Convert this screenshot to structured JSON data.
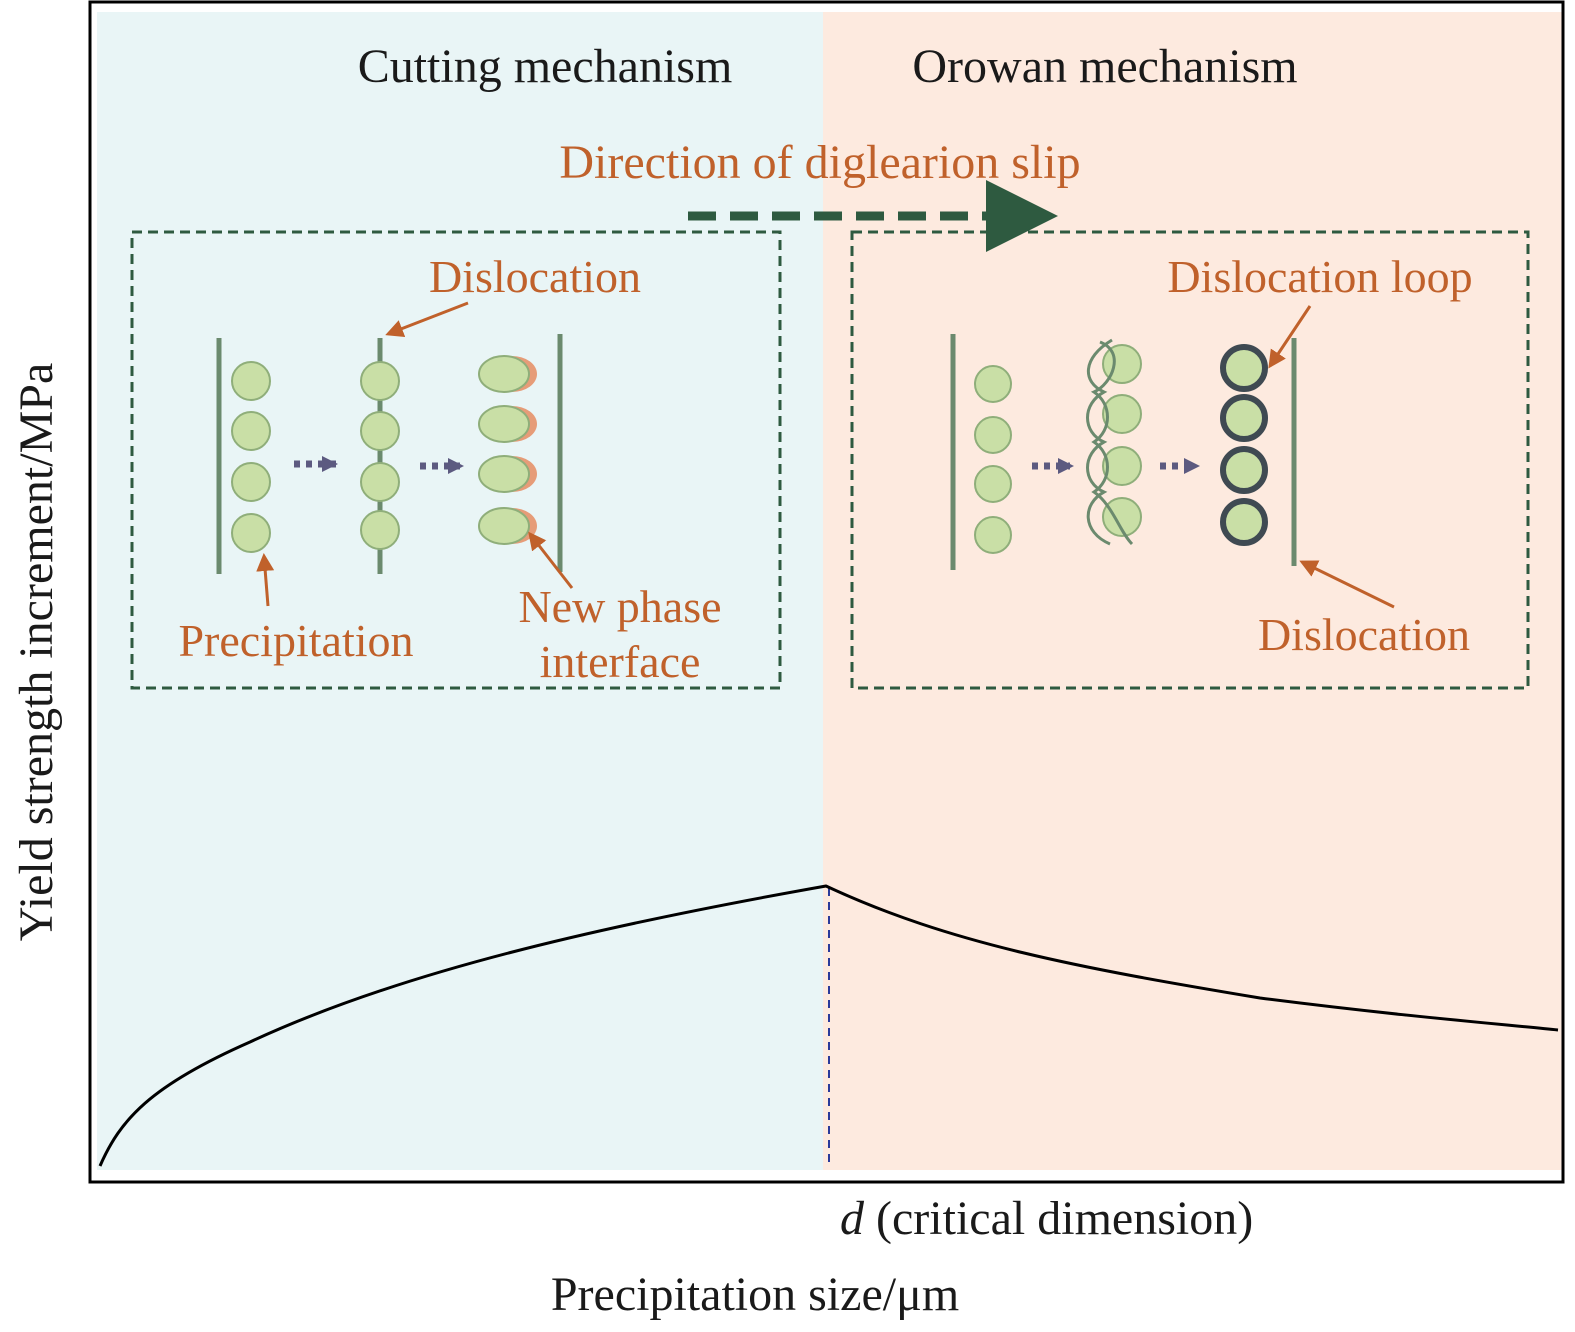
{
  "regions": {
    "left_title": "Cutting mechanism",
    "right_title": "Orowan mechanism",
    "left_color": "#e9f5f6",
    "right_color": "#fdeadf"
  },
  "slip_direction_label": "Direction of diglearion slip",
  "cutting_panel": {
    "dislocation_label": "Dislocation",
    "precipitation_label": "Precipitation",
    "new_phase_line1": "New phase",
    "new_phase_line2": "interface"
  },
  "orowan_panel": {
    "loop_label": "Dislocation loop",
    "dislocation_label": "Dislocation"
  },
  "axes": {
    "ylabel": "Yield strength increment/MPa",
    "xlabel": "Precipitation size/μm",
    "critical_symbol": "d",
    "critical_text": " (critical dimension)"
  },
  "colors": {
    "annotation": "#c0612b",
    "dashed_frame": "#2e5a40",
    "dislocation_line": "#6b8a6e",
    "particle_fill": "#c9dfa6",
    "particle_stroke": "#8fae7a",
    "arrow_small": "#5c5a80",
    "loop_stroke": "#3f4a52",
    "interface": "#e69c78",
    "critical_line": "#2a3a9a",
    "curve": "#000000"
  }
}
